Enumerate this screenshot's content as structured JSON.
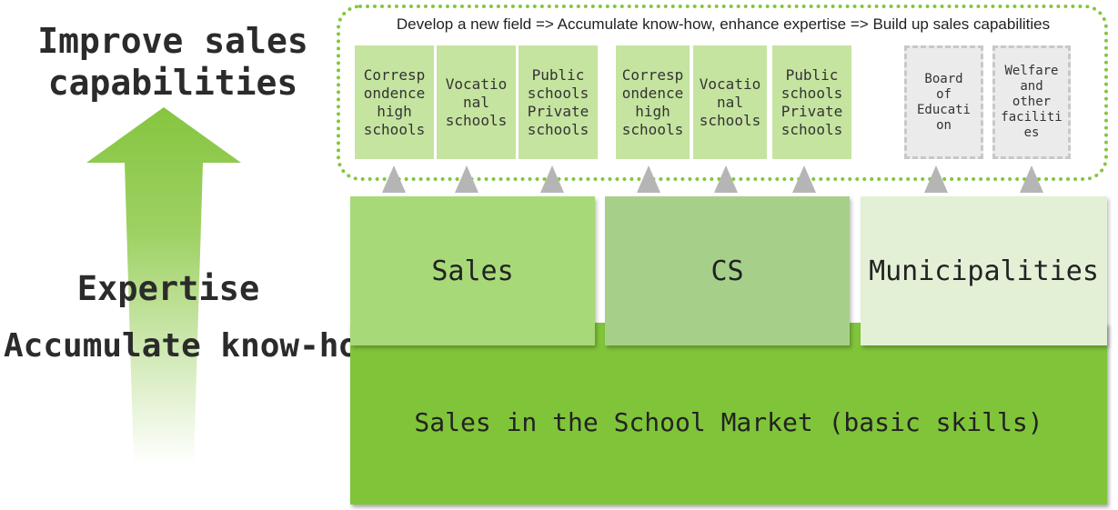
{
  "left": {
    "title": "Improve sales\ncapabilities",
    "expertise": "Expertise",
    "accumulate": "Accumulate know-how"
  },
  "header": "Develop a new field => Accumulate know-how, enhance expertise => Build up sales capabilities",
  "small_boxes": [
    {
      "label": "Corresp\nondence\nhigh\nschools"
    },
    {
      "label": "Vocatio\nnal\nschools"
    },
    {
      "label": "Public\nschools\nPrivate\nschools"
    },
    {
      "label": "Corresp\nondence\nhigh\nschools"
    },
    {
      "label": "Vocatio\nnal\nschools"
    },
    {
      "label": "Public\nschools\nPrivate\nschools"
    },
    {
      "label": "Board\nof\nEducati\non"
    },
    {
      "label": "Welfare\nand\nother\nfaciliti\nes"
    }
  ],
  "blocks": [
    {
      "label": "Sales"
    },
    {
      "label": "CS"
    },
    {
      "label": "Municipalities"
    }
  ],
  "base": "Sales in the School Market (basic skills)",
  "colors": {
    "light_green": "#a8d978",
    "mid_green": "#a6d08a",
    "pale_green": "#e3f0d6",
    "base_green": "#80c43a",
    "box_green": "#c5e4a0",
    "grey": "#b5b5b5"
  }
}
